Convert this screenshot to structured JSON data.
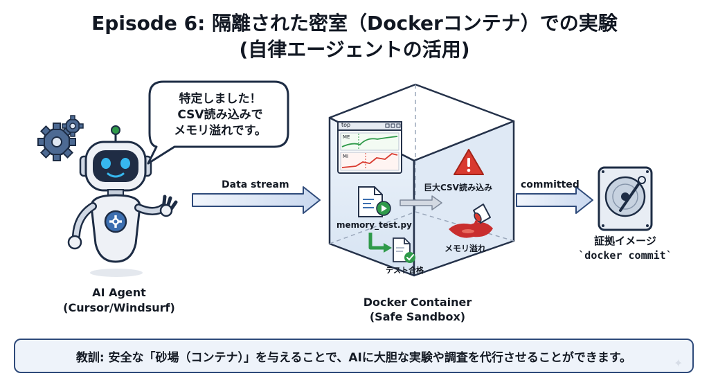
{
  "title": {
    "line1": "Episode 6: 隔離された密室（Dockerコンテナ）での実験",
    "line2": "(自律エージェントの活用)"
  },
  "speech_bubble": {
    "line1": "特定しました！",
    "line2": "CSV読み込みで",
    "line3": "メモリ溢れです。"
  },
  "agent": {
    "label_line1": "AI Agent",
    "label_line2": "(Cursor/Windsurf)"
  },
  "arrows": {
    "data_stream": "Data stream",
    "committed": "committed"
  },
  "container": {
    "label_line1": "Docker Container",
    "label_line2": "(Safe Sandbox)",
    "monitor_title": "top",
    "monitor_label_top": "ME",
    "monitor_label_bottom": "MI",
    "script_name": "memory_test.py",
    "test_pass": "テスト合格",
    "big_csv": "巨大CSV読み込み",
    "memory_overflow": "メモリ溢れ"
  },
  "evidence": {
    "label_line1": "証拠イメージ",
    "label_line2": "`docker commit`"
  },
  "lesson": {
    "text": "教訓: 安全な「砂場（コンテナ）」を与えることで、AIに大胆な実験や調査を代行させることができます。"
  },
  "colors": {
    "navy": "#2e4a7a",
    "arrow_fill": "#e6edf8",
    "glass": "#dde8f5",
    "warning_red": "#d93a2f",
    "check_green": "#2f9a4a",
    "eye_blue": "#37b8ef"
  }
}
